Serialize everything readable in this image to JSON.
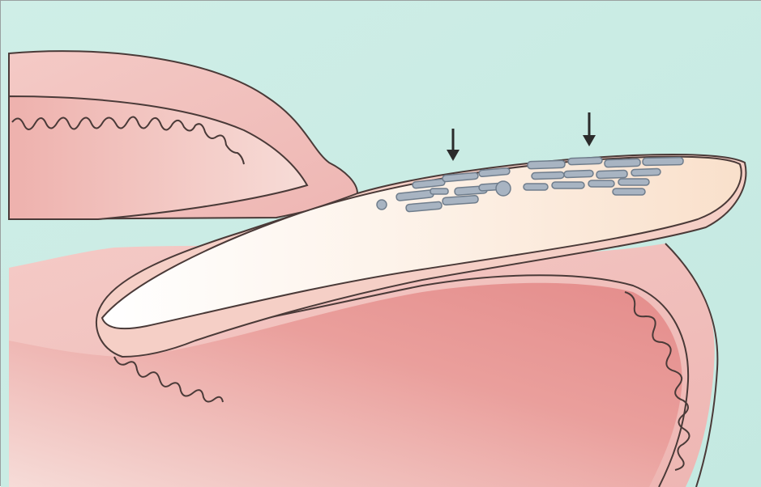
{
  "figure": {
    "arrows": [
      {
        "name": "left-arrow",
        "direction": "down"
      },
      {
        "name": "right-arrow",
        "direction": "down"
      }
    ],
    "colors": {
      "background": "#c9ece4",
      "outer_tissue": "#f2c3c0",
      "inner_tissue_light": "#f6d6d2",
      "inner_tissue_dark": "#e89a98",
      "tongue_pale": "#fbe7d6",
      "tongue_center": "#ffffff",
      "deposit": "#a6b2c0",
      "deposit_stroke": "#6f7d8c",
      "outline": "#4a3a38",
      "arrow": "#2b2b2b"
    }
  }
}
